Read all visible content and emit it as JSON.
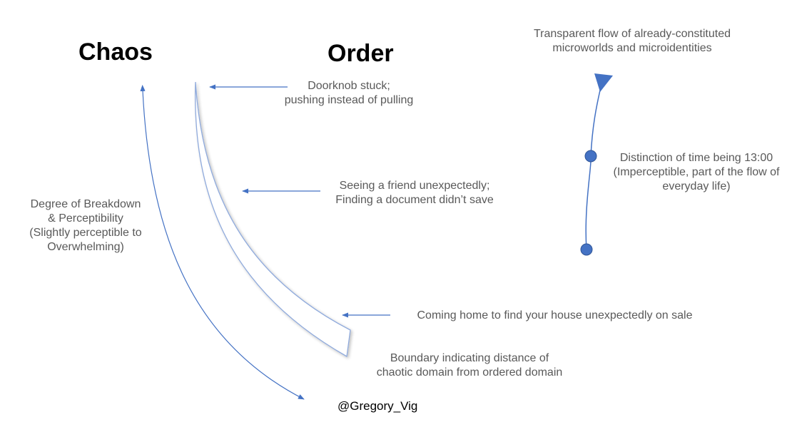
{
  "titles": {
    "chaos": "Chaos",
    "order": "Order"
  },
  "labels": {
    "transparent_flow": {
      "line1": "Transparent flow of already-constituted",
      "line2": "microworlds and microidentities"
    },
    "doorknob": {
      "line1": "Doorknob stuck;",
      "line2": "pushing instead of pulling"
    },
    "friend": {
      "line1": "Seeing a friend unexpectedly;",
      "line2": "Finding a document didn’t save"
    },
    "distinction": {
      "line1": "Distinction of time being 13:00",
      "line2": "(Imperceptible, part of the flow of",
      "line3": "everyday life)"
    },
    "breakdown": {
      "line1": "Degree of Breakdown",
      "line2": "& Perceptibility",
      "line3": "(Slightly perceptible to",
      "line4": "Overwhelming)"
    },
    "house": {
      "line1": "Coming home to find your house unexpectedly on sale"
    },
    "boundary": {
      "line1": "Boundary indicating distance of",
      "line2": "chaotic domain from ordered domain"
    }
  },
  "credit": "@Gregory_Vig",
  "colors": {
    "title_text": "#000000",
    "label_text": "#595959",
    "line_blue": "#4472C4",
    "boundary_blue": "#8FAADC"
  }
}
